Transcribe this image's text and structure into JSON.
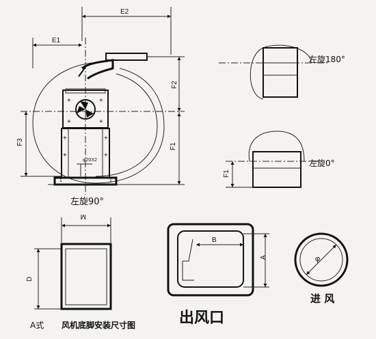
{
  "dimensions": {
    "e1": "E1",
    "e2": "E2",
    "f1": "F1",
    "f2": "F2",
    "f3": "F3",
    "f1_right": "F1",
    "m": "M",
    "d": "D",
    "b": "B",
    "a": "A",
    "phi": "φ",
    "bolt": "φ20X2"
  },
  "captions": {
    "left90": "左旋90°",
    "left180": "左旋180°",
    "left0": "左旋0°",
    "outlet": "出风口",
    "inlet": "进 风",
    "style_a": "A式",
    "foot_title": "风机底脚安装尺寸图"
  }
}
